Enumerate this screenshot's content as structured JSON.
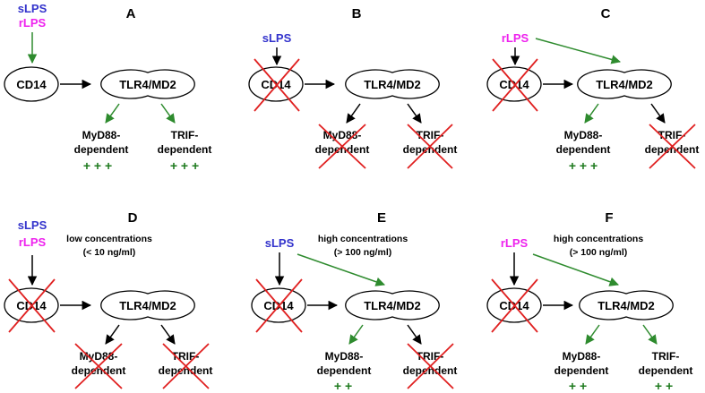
{
  "colors": {
    "slps": "#3333cc",
    "rlps": "#ee22ee",
    "green_arrow": "#2e8b2e",
    "plus_green": "#1e7a1e",
    "black": "#000000",
    "cross_red": "#e02020"
  },
  "panels": [
    {
      "letter": "A",
      "slps": "sLPS",
      "rlps": "rLPS",
      "cd14": "CD14",
      "tlr4": "TLR4/MD2",
      "myd88_line1": "MyD88-",
      "myd88_line2": "dependent",
      "trif_line1": "TRIF-",
      "trif_line2": "dependent",
      "myd88_plus": "+ + +",
      "trif_plus": "+ + +",
      "cd14_blocked": false,
      "myd88_blocked": false,
      "trif_blocked": false
    },
    {
      "letter": "B",
      "slps": "sLPS",
      "cd14": "CD14",
      "tlr4": "TLR4/MD2",
      "myd88_line1": "MyD88-",
      "myd88_line2": "dependent",
      "trif_line1": "TRIF-",
      "trif_line2": "dependent",
      "cd14_blocked": true,
      "myd88_blocked": true,
      "trif_blocked": true
    },
    {
      "letter": "C",
      "rlps": "rLPS",
      "cd14": "CD14",
      "tlr4": "TLR4/MD2",
      "myd88_line1": "MyD88-",
      "myd88_line2": "dependent",
      "trif_line1": "TRIF-",
      "trif_line2": "dependent",
      "myd88_plus": "+ + +",
      "cd14_blocked": true,
      "myd88_blocked": false,
      "trif_blocked": true
    },
    {
      "letter": "D",
      "slps": "sLPS",
      "rlps": "rLPS",
      "conc_line1": "low concentrations",
      "conc_line2": "(< 10 ng/ml)",
      "cd14": "CD14",
      "tlr4": "TLR4/MD2",
      "myd88_line1": "MyD88-",
      "myd88_line2": "dependent",
      "trif_line1": "TRIF-",
      "trif_line2": "dependent",
      "cd14_blocked": true,
      "myd88_blocked": true,
      "trif_blocked": true
    },
    {
      "letter": "E",
      "slps": "sLPS",
      "conc_line1": "high concentrations",
      "conc_line2": "(> 100 ng/ml)",
      "cd14": "CD14",
      "tlr4": "TLR4/MD2",
      "myd88_line1": "MyD88-",
      "myd88_line2": "dependent",
      "trif_line1": "TRIF-",
      "trif_line2": "dependent",
      "myd88_plus": "+ +",
      "cd14_blocked": true,
      "myd88_blocked": false,
      "trif_blocked": true
    },
    {
      "letter": "F",
      "rlps": "rLPS",
      "conc_line1": "high concentrations",
      "conc_line2": "(> 100 ng/ml)",
      "cd14": "CD14",
      "tlr4": "TLR4/MD2",
      "myd88_line1": "MyD88-",
      "myd88_line2": "dependent",
      "trif_line1": "TRIF-",
      "trif_line2": "dependent",
      "myd88_plus": "+ +",
      "trif_plus": "+ +",
      "cd14_blocked": true,
      "myd88_blocked": false,
      "trif_blocked": false
    }
  ]
}
